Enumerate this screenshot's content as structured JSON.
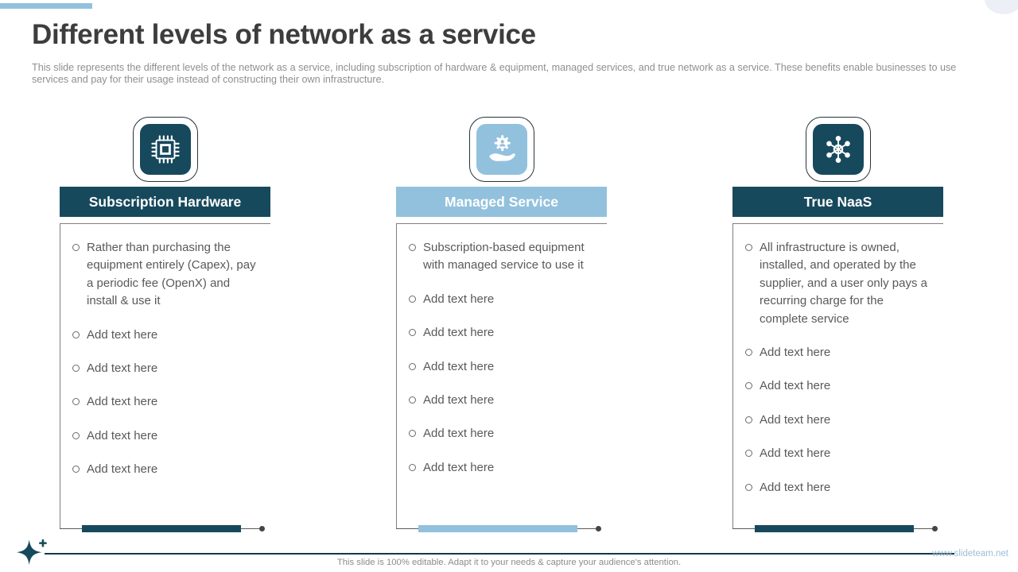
{
  "slide": {
    "title": "Different levels of network as a service",
    "subtitle": "This slide represents the different levels of the network as a service, including subscription of hardware & equipment, managed services, and true network as a service. These benefits enable businesses to use services and pay for their usage instead of constructing their own infrastructure.",
    "footer_note": "This slide is 100% editable.  Adapt it to your needs & capture your audience's attention.",
    "website": "www.slideteam.net"
  },
  "colors": {
    "dark_teal": "#17495d",
    "light_blue": "#92c1dd",
    "body_text": "#595959",
    "subtitle_text": "#8f8f8f",
    "line_gray": "#7f7f7f"
  },
  "icons": {
    "column_icons": [
      "chip-icon",
      "hand-gear-icon",
      "network-hub-icon"
    ],
    "footer_icon": "sparkle-star-icon"
  },
  "columns": [
    {
      "title": "Subscription Hardware",
      "accent": "#17495d",
      "bullets": [
        "Rather than purchasing the equipment entirely (Capex), pay a periodic fee (OpenX) and install & use it",
        "Add text here",
        "Add text here",
        "Add text here",
        "Add text here",
        "Add text here"
      ]
    },
    {
      "title": "Managed Service",
      "accent": "#92c1dd",
      "bullets": [
        "Subscription-based equipment with managed service to use it",
        "Add text here",
        "Add text here",
        "Add text here",
        "Add text here",
        "Add text here",
        "Add text here"
      ]
    },
    {
      "title": "True NaaS",
      "accent": "#17495d",
      "bullets": [
        "All infrastructure is owned, installed, and operated by the supplier, and a user only pays a recurring charge for the complete service",
        "Add text here",
        "Add text here",
        "Add text here",
        "Add text here",
        "Add text here"
      ]
    }
  ]
}
